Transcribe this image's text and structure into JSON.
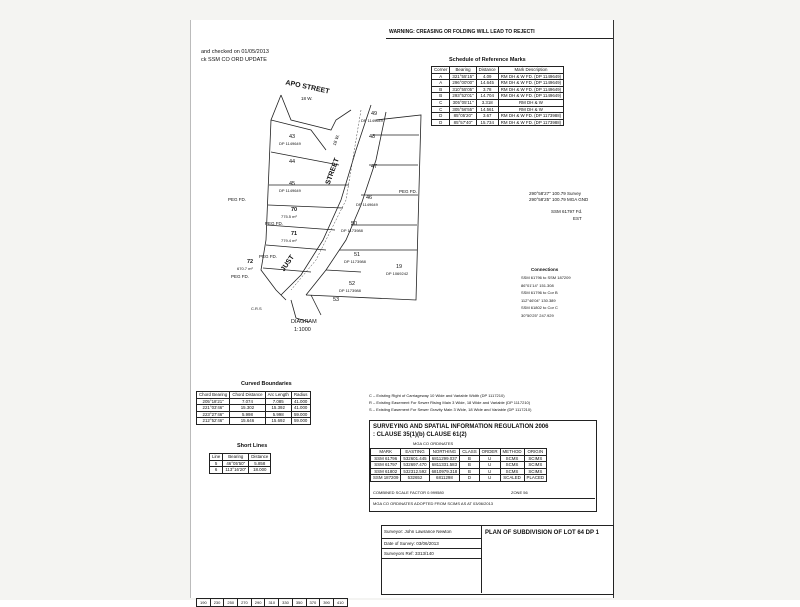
{
  "header": {
    "warning": "WARNING: CREASING OR FOLDING WILL LEAD TO REJECTI",
    "checked_line": "and checked on 01/05/2013",
    "update_line": "ck SSM CO ORD UPDATE"
  },
  "reference_marks": {
    "title": "Schedule of Reference Marks",
    "headers": [
      "Corner",
      "Bearing",
      "Distance",
      "Mark Description"
    ],
    "rows": [
      [
        "A",
        "321°55'15\"",
        "4.09",
        "RM DH & W FD. (DP 1149649)"
      ],
      [
        "A",
        "296°00'00\"",
        "14.645",
        "RM DH & W FD. (DP 1149649)"
      ],
      [
        "B",
        "310°55'05\"",
        "3.78",
        "RM DH & W FD. (DP 1149649)"
      ],
      [
        "B",
        "293°52'01\"",
        "14.704",
        "RM DH & W FD. (DP 1149649)"
      ],
      [
        "C",
        "305°05'11\"",
        "3.318",
        "RM DH & W"
      ],
      [
        "C",
        "305°56'55\"",
        "14.561",
        "RM DH & W"
      ],
      [
        "D",
        "85°05'20\"",
        "3.67",
        "RM DH & W FD. (DP 1173988)"
      ],
      [
        "D",
        "85°57'40\"",
        "15.734",
        "RM DH & W FD. (DP 1173988)"
      ]
    ]
  },
  "plan": {
    "street_apo": "APO  STREET",
    "street_apo_width": "18 W.",
    "street_just": "JUST",
    "street_right": "STREET",
    "street_right_width": "18 W.",
    "lots": [
      {
        "num": "43",
        "dp": "DP 1149649"
      },
      {
        "num": "44",
        "dp": ""
      },
      {
        "num": "45",
        "dp": "DP 1149649"
      },
      {
        "num": "70",
        "dp": "775.5 m²"
      },
      {
        "num": "71",
        "dp": "779.4 m²"
      },
      {
        "num": "72",
        "dp": "670.7 m²"
      },
      {
        "num": "49",
        "dp": "DP 1149649"
      },
      {
        "num": "48",
        "dp": ""
      },
      {
        "num": "47",
        "dp": ""
      },
      {
        "num": "46",
        "dp": "DP 1149649"
      },
      {
        "num": "50",
        "dp": "DP 1173988"
      },
      {
        "num": "51",
        "dp": "DP 1173988"
      },
      {
        "num": "52",
        "dp": "DP 1173988"
      },
      {
        "num": "53",
        "dp": ""
      },
      {
        "num": "19",
        "dp": "DP 1069242"
      }
    ],
    "peg_labels": [
      "PEG FD.",
      "PEG FD.",
      "PEG FD.",
      "PEG FD.",
      "PEG FD."
    ],
    "crs": "C.R.S",
    "diagram_title": "DIAGRAM",
    "diagram_scale": "1:1000"
  },
  "survey_notes": {
    "ssm_bearing_1": "290°58'27\" 100.79 Survey",
    "ssm_bearing_2": "290°58'25\" 100.79 MGA GND",
    "ssm_fd": "SSM 61797 Fd.",
    "ssm_est": "EST",
    "connections_title": "Connections",
    "connections": [
      "SSM 61796 to SSM 187209",
      "86°01'14\"  151.308",
      "SSM 61796 to Cor B",
      "112°46'04\"  130.389",
      "SSM 61802 to Cor C",
      "30°50'25\"  247.929"
    ]
  },
  "curved_boundaries": {
    "title": "Curved Boundaries",
    "headers": [
      "Chord Bearing",
      "Chord Distance",
      "Arc Length",
      "Radius"
    ],
    "rows": [
      [
        "205°18'21\"",
        "7.074",
        "7.085",
        "41.000"
      ],
      [
        "221°03'46\"",
        "15.302",
        "15.392",
        "41.000"
      ],
      [
        "223°27'46\"",
        "5.998",
        "5.998",
        "59.000"
      ],
      [
        "212°52'46\"",
        "15.646",
        "15.692",
        "59.000"
      ]
    ]
  },
  "short_lines": {
    "title": "Short Lines",
    "headers": [
      "Line",
      "Bearing",
      "Distance"
    ],
    "rows": [
      [
        "5",
        "46°05'50\"",
        "5.858"
      ],
      [
        "6",
        "113°16'20\"",
        "18.000"
      ]
    ]
  },
  "easements": [
    "C – Existing Right of Carriageway 10 Wide and Variable Width (DP 1117210)",
    "R – Existing Easement For Sewer Rising Main 3 Wide, 18 Wide and Variable (DP 1117210)",
    "S – Existing Easement For Sewer Gravity Main 3 Wide, 18 Wide and Variable (DP 1117210)"
  ],
  "regulation": {
    "title_line1": "SURVEYING AND SPATIAL INFORMATION REGULATION 2006",
    "title_line2": ": CLAUSE 35(1)(b)   CLAUSE 61(2)",
    "coord_header": "MGA CO ORDINATES",
    "headers": [
      "MARK",
      "EASTING",
      "NORTHING",
      "CLASS",
      "ORDER",
      "METHOD",
      "ORIGIN"
    ],
    "rows": [
      [
        "SSM 61796",
        "532601.445",
        "6811299.037",
        "B",
        "U",
        "SCMS",
        "SCIMS"
      ],
      [
        "SSM 61797",
        "532697.470",
        "6811331.583",
        "B",
        "U",
        "SCMS",
        "SCIMS"
      ],
      [
        "SSM 61802",
        "532312.592",
        "6810979.318",
        "B",
        "U",
        "SCMS",
        "SCIMS"
      ],
      [
        "SSM 187209",
        "532652",
        "6811298",
        "D",
        "U",
        "SCALED",
        "PLACED"
      ]
    ],
    "scale_factor": "COMBINED SCALE FACTOR 0.999580",
    "zone": "ZONE 56",
    "footnote": "MGA CO ORDINATES ADOPTED FROM SCIMS AS AT 03/06/2013"
  },
  "title_block": {
    "surveyor": "Surveyor: John Lawrance Newton",
    "date": "Date of Survey: 03/06/2013",
    "ref": "Surveyors Ref: 3313/140",
    "plan_title": "PLAN OF SUBDIVISION OF LOT 64 DP 1"
  },
  "scale_bar": [
    "190",
    "230",
    "250",
    "270",
    "290",
    "310",
    "330",
    "350",
    "370",
    "390",
    "410"
  ]
}
